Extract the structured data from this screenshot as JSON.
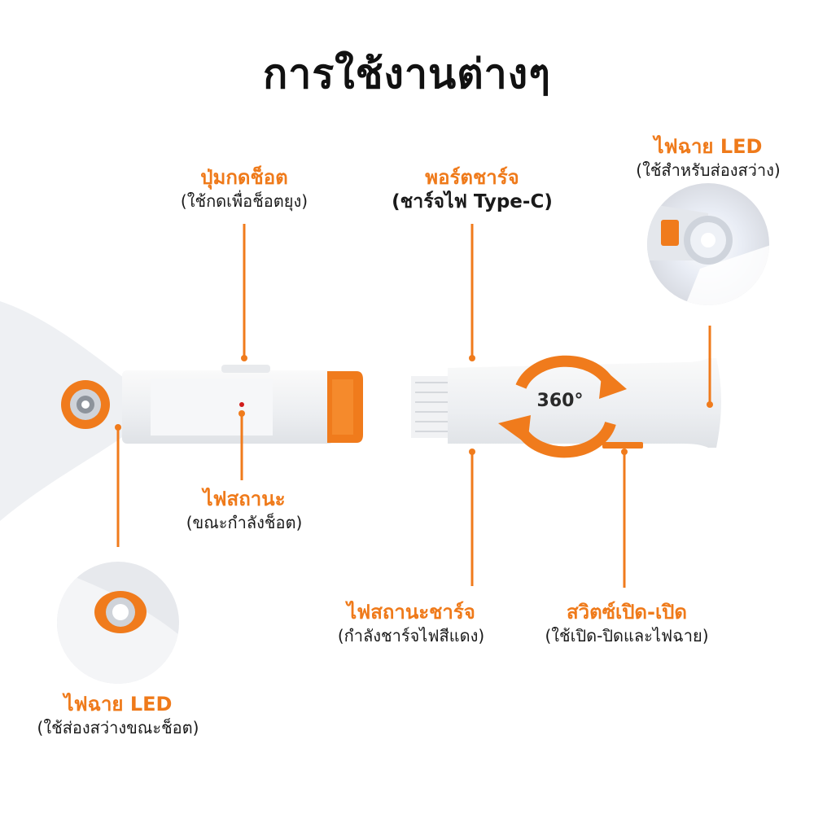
{
  "title": "การใช้งานต่างๆ",
  "colors": {
    "accent": "#ef7a1a",
    "text": "#1a1a1a",
    "body": "#f1f2f4"
  },
  "callouts": {
    "trigger_button": {
      "heading": "ปุ่มกดช็อต",
      "sub": "(ใช้กดเพื่อช็อตยุง)"
    },
    "charge_port": {
      "heading": "พอร์ตชาร์จ",
      "sub": "(ชาร์จไฟ Type-C)"
    },
    "led_top": {
      "heading": "ไฟฉาย LED",
      "sub": "(ใช้สำหรับส่องสว่าง)"
    },
    "status_light": {
      "heading": "ไฟสถานะ",
      "sub": "(ขณะกำลังช็อต)"
    },
    "charge_status": {
      "heading": "ไฟสถานะชาร์จ",
      "sub": "(กำลังชาร์จไฟสีแดง)"
    },
    "power_switch": {
      "heading": "สวิตซ์เปิด-เปิด",
      "sub": "(ใช้เปิด-ปิดและไฟฉาย)"
    },
    "led_bottom": {
      "heading": "ไฟฉาย LED",
      "sub": "(ใช้ส่องสว่างขณะช็อต)"
    }
  },
  "rotation_label": "360°",
  "icons": [
    "led-lens-icon",
    "rotate-arrows-icon",
    "flashlight-beam-icon"
  ]
}
